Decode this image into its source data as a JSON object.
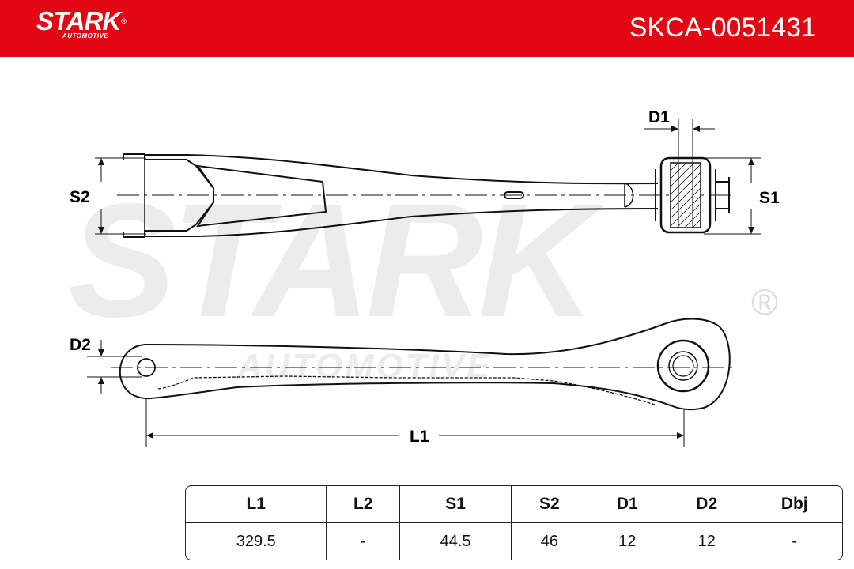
{
  "header": {
    "brand": "STARK",
    "brand_reg": "®",
    "brand_sub": "AUTOMOTIVE",
    "part_number": "SKCA-0051431",
    "color": "#e30613"
  },
  "watermark": {
    "text": "STARK",
    "reg": "®",
    "sub": "AUTOMOTIVE"
  },
  "dimensions": {
    "s2": "S2",
    "s1": "S1",
    "d1": "D1",
    "d2": "D2",
    "l1": "L1"
  },
  "specs": {
    "headers": [
      "L1",
      "L2",
      "S1",
      "S2",
      "D1",
      "D2",
      "Dbj"
    ],
    "values": [
      "329.5",
      "-",
      "44.5",
      "46",
      "12",
      "12",
      "-"
    ]
  }
}
